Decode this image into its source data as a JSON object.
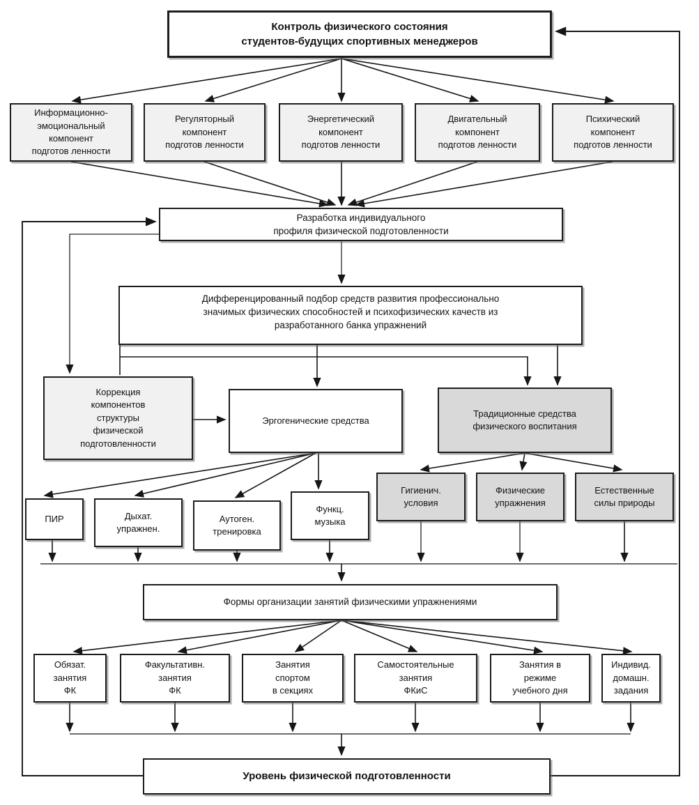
{
  "diagram": {
    "control": "Контроль физического состояния\nстудентов-будущих спортивных менеджеров",
    "components": [
      "Информационно-\nэмоциональный\nкомпонент\nподготов ленности",
      "Регуляторный\nкомпонент\nподготов ленности",
      "Энергетический\nкомпонент\nподготов ленности",
      "Двигательный\nкомпонент\nподготов ленности",
      "Психический\nкомпонент\nподготов ленности"
    ],
    "profile": "Разработка индивидуального\nпрофиля физической подготовленности",
    "selection": "Дифференцированный подбор средств развития профессионально\nзначимых физических способностей и психофизических качеств из\nразработанного банка упражнений",
    "correction": "Коррекция\nкомпонентов\nструктуры\nфизической\nподготовленности",
    "ergogenic": "Эргогенические средства",
    "traditional": "Традиционные средства\nфизического воспитания",
    "ergogenic_methods": [
      "ПИР",
      "Дыхат.\nупражнен.",
      "Аутоген.\nтренировка",
      "Функц.\nмузыка"
    ],
    "traditional_means": [
      "Гигиенич.\nусловия",
      "Физические\nупражнения",
      "Естественные\nсилы природы"
    ],
    "forms": "Формы организации занятий физическими упражнениями",
    "form_types": [
      "Обязат.\nзанятия\nФК",
      "Факультативн.\nзанятия\nФК",
      "Занятия\nспортом\nв секциях",
      "Самостоятельные\nзанятия\nФКиС",
      "Занятия в\nрежиме\nучебного дня",
      "Индивид.\nдомашн.\nзадания"
    ],
    "level": "Уровень физической подготовленности"
  },
  "colors": {
    "line": "#161616",
    "box_border": "#1c1c1c",
    "shaded_box": "#d9d9d9",
    "light_box": "#f1f1f1",
    "background": "#ffffff"
  }
}
